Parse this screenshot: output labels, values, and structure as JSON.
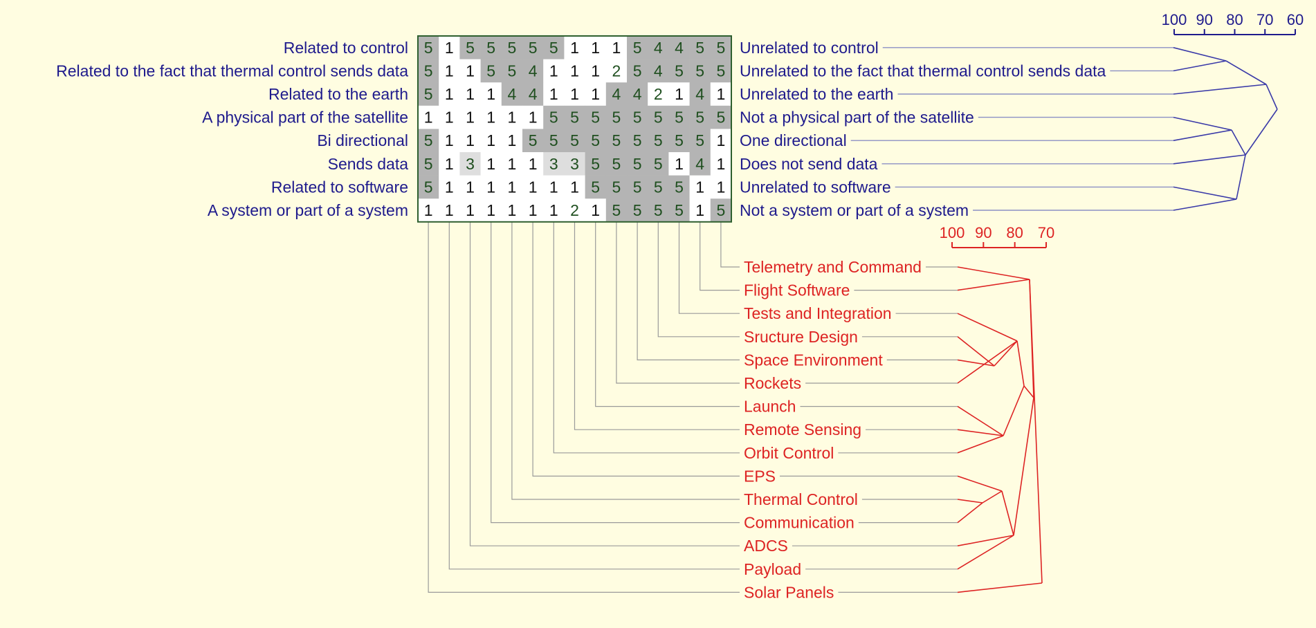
{
  "colors": {
    "background": "#fffde1",
    "construct_text": "#1e1a8c",
    "construct_line": "#8c90c4",
    "construct_tree": "#3a3aa8",
    "element_text": "#dd2323",
    "element_tree": "#dd2323",
    "connector": "#9a9a9a",
    "grid_border": "#2e5f2e",
    "cell_dark": "#b4b4b4",
    "cell_light": "#dedede",
    "cell_white": "#ffffff",
    "cell_text_high": "#1f4f1f",
    "cell_text_low": "#111111"
  },
  "constructs": [
    {
      "left": "Related to control",
      "right": "Unrelated to control"
    },
    {
      "left": "Related to the fact that thermal control sends data",
      "right": "Unrelated to the fact that thermal control sends data"
    },
    {
      "left": "Related to the earth",
      "right": "Unrelated to the earth"
    },
    {
      "left": "A physical part of the satellite",
      "right": "Not a physical part of the satellite"
    },
    {
      "left": "Bi directional",
      "right": "One directional"
    },
    {
      "left": "Sends data",
      "right": "Does not send data"
    },
    {
      "left": "Related to software",
      "right": "Unrelated to software"
    },
    {
      "left": "A system or part of a system",
      "right": "Not a system or part of a system"
    }
  ],
  "ratings": [
    [
      5,
      1,
      5,
      5,
      5,
      5,
      5,
      1,
      1,
      1,
      5,
      4,
      4,
      5,
      5
    ],
    [
      5,
      1,
      1,
      5,
      5,
      4,
      1,
      1,
      1,
      2,
      5,
      4,
      5,
      5,
      5
    ],
    [
      5,
      1,
      1,
      1,
      4,
      4,
      1,
      1,
      1,
      4,
      4,
      2,
      1,
      4,
      1
    ],
    [
      1,
      1,
      1,
      1,
      1,
      1,
      5,
      5,
      5,
      5,
      5,
      5,
      5,
      5,
      5
    ],
    [
      5,
      1,
      1,
      1,
      1,
      5,
      5,
      5,
      5,
      5,
      5,
      5,
      5,
      5,
      1
    ],
    [
      5,
      1,
      3,
      1,
      1,
      1,
      3,
      3,
      5,
      5,
      5,
      5,
      1,
      4,
      1
    ],
    [
      5,
      1,
      1,
      1,
      1,
      1,
      1,
      1,
      5,
      5,
      5,
      5,
      5,
      1,
      1
    ],
    [
      1,
      1,
      1,
      1,
      1,
      1,
      1,
      2,
      1,
      5,
      5,
      5,
      5,
      1,
      5
    ]
  ],
  "elements": [
    "Telemetry and Command",
    "Flight Software",
    "Tests and Integration",
    "Sructure Design",
    "Space Environment",
    "Rockets",
    "Launch",
    "Remote Sensing",
    "Orbit Control",
    "EPS",
    "Thermal Control",
    "Communication",
    "ADCS",
    "Payload",
    "Solar Panels"
  ],
  "construct_scale": {
    "labels": [
      "100",
      "90",
      "80",
      "70",
      "60"
    ]
  },
  "element_scale": {
    "labels": [
      "100",
      "90",
      "80",
      "70"
    ]
  }
}
